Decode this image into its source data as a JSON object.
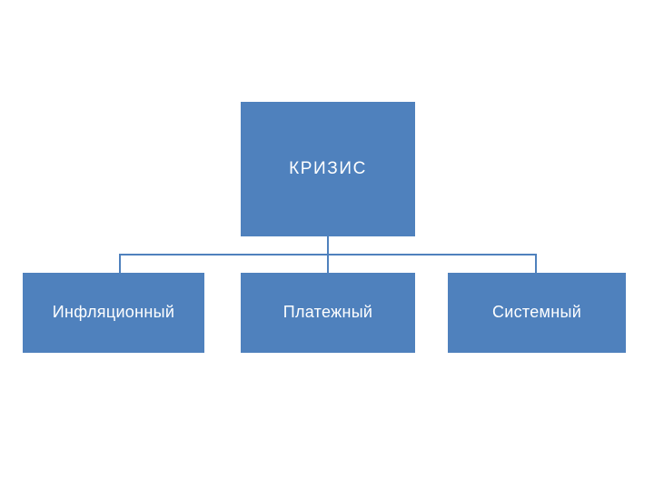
{
  "diagram": {
    "type": "hierarchy",
    "colors": {
      "node_fill": "#4f81bd",
      "node_text": "#ffffff",
      "connector": "#4f81bd",
      "background": "#ffffff"
    },
    "root": {
      "label": "КРИЗИС"
    },
    "children": [
      {
        "label": "Инфляционный"
      },
      {
        "label": "Платежный"
      },
      {
        "label": "Системный"
      }
    ]
  }
}
